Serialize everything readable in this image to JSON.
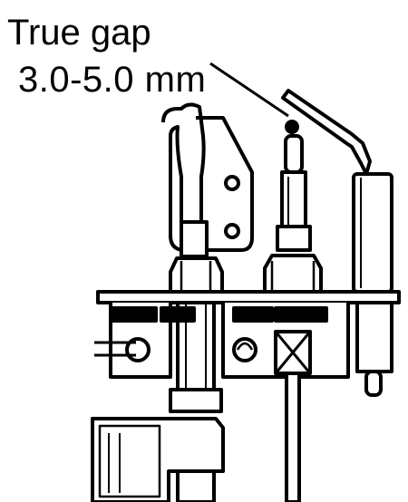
{
  "annotation": {
    "line1": "True gap",
    "line2": "3.0-5.0  mm"
  },
  "colors": {
    "ink": "#000000",
    "paper": "#ffffff"
  },
  "components": [
    "pilot-hood",
    "thermocouple",
    "spark-electrode",
    "mounting-bracket",
    "gas-supply-fitting",
    "pilot-orifice-nut"
  ]
}
